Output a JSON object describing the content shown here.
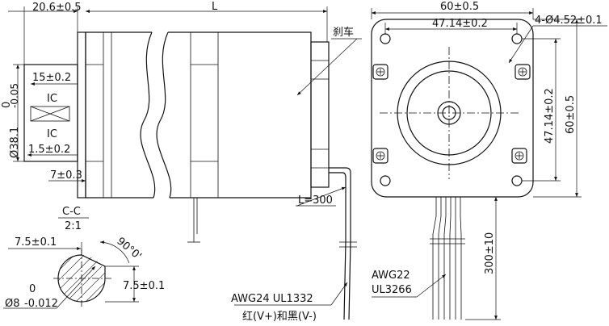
{
  "side_view": {
    "flange_width": "20.6±0.5",
    "length": "L",
    "brake": "刹车",
    "boss_depth": "15±0.2",
    "ic_top": "IC",
    "ic_bottom": "IC",
    "shaft_tol_top": "0",
    "shaft_tol_bottom": "-0.05",
    "shaft_dia": "Ø38.1",
    "step_1": "1.5±0.2",
    "step_2": "7±0.3",
    "lead_length": "L=300"
  },
  "front_view": {
    "width": "60±0.5",
    "hole_spacing_h": "47.14±0.2",
    "holes": "4-Ø4.52±0.1",
    "hole_spacing_v": "47.14±0.2",
    "height": "60±0.5",
    "cable_length": "300±10",
    "cable_awg": "AWG22",
    "cable_ul": "UL3266"
  },
  "section": {
    "title": "C-C",
    "scale": "2:1",
    "flat_width": "7.5±0.1",
    "angle": "90°0'",
    "flat_height": "7.5±0.1",
    "tol_upper": "0",
    "tol_lower": "-0.012",
    "diameter": "Ø8"
  },
  "brake_wire": {
    "spec": "AWG24 UL1332",
    "colors": "红(V+)和黑(V-)"
  }
}
